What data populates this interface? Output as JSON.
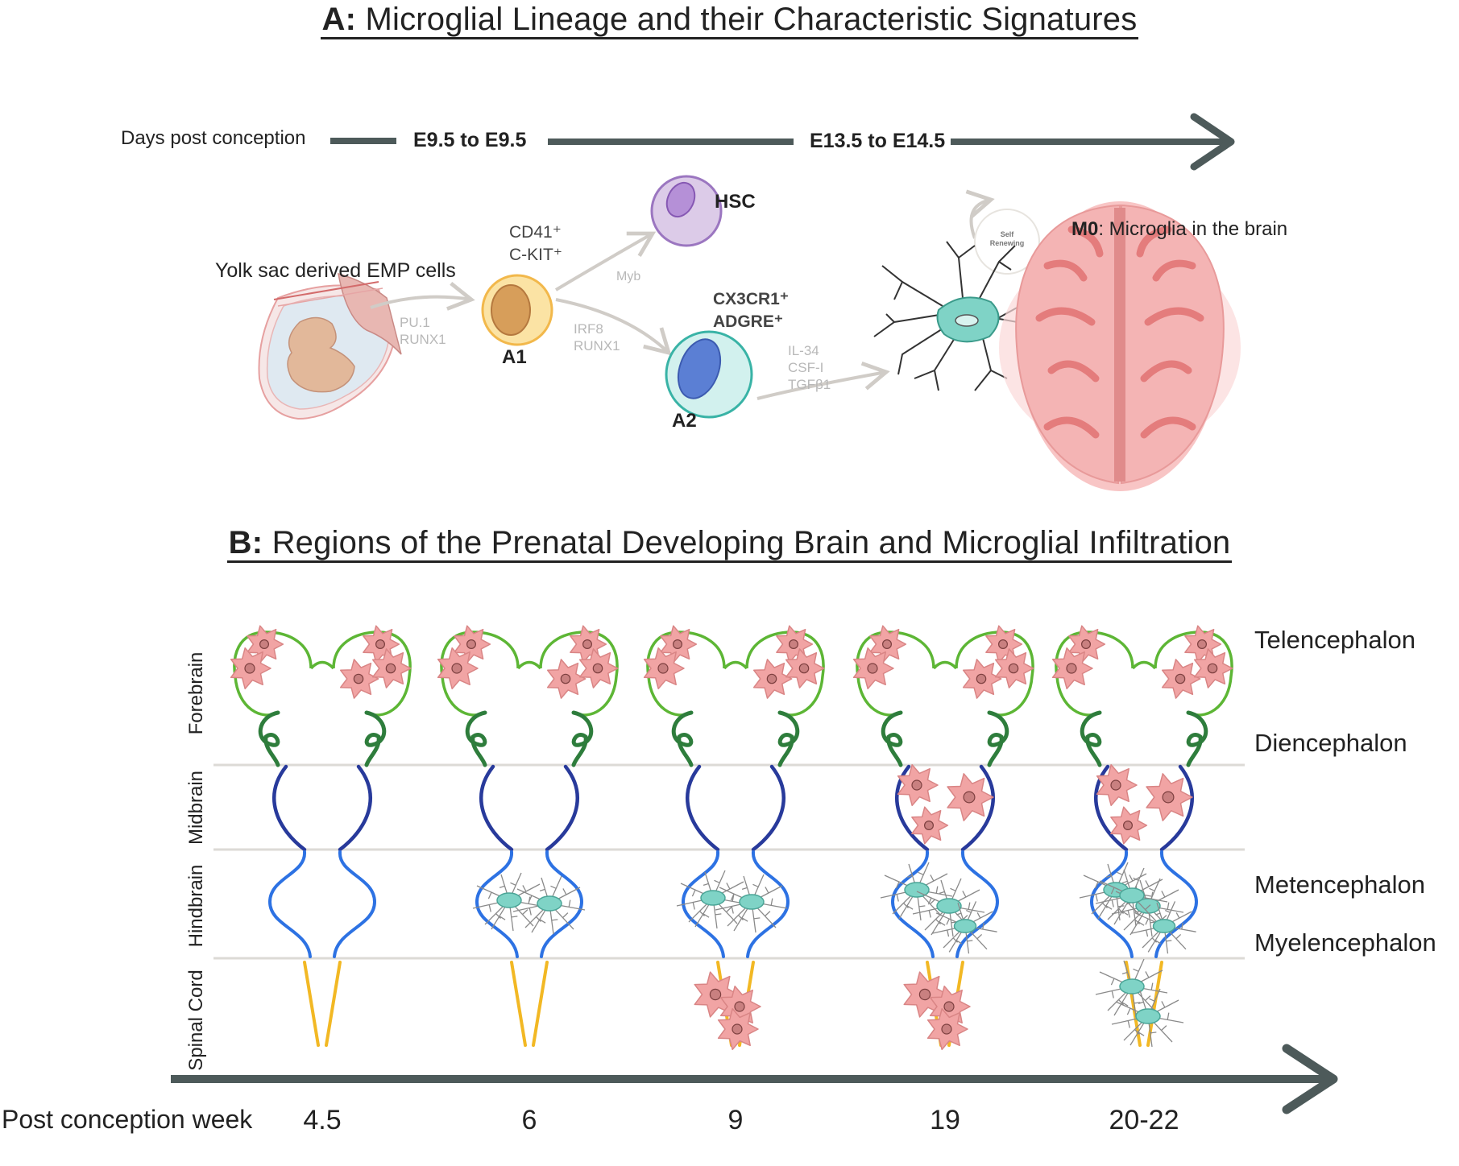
{
  "panel_a": {
    "title_prefix": "A:",
    "title_text": "Microglial Lineage and their Characteristic Signatures",
    "timeline": {
      "label": "Days post conception",
      "stage1": "E9.5 to E9.5",
      "stage2": "E13.5 to E14.5"
    },
    "yolk_sac_label": "Yolk sac derived EMP cells",
    "arrow_yolk_to_a1": [
      "PU.1",
      "RUNX1"
    ],
    "a1": {
      "markers": [
        "CD41⁺",
        "C-KIT⁺"
      ],
      "label": "A1"
    },
    "hsc_label": "HSC",
    "arrow_a1_to_hsc": "Myb",
    "arrow_a1_to_a2": [
      "IRF8",
      "RUNX1"
    ],
    "a2": {
      "markers": [
        "CX3CR1⁺",
        "ADGRE⁺"
      ],
      "label": "A2"
    },
    "arrow_a2_to_m0": [
      "IL-34",
      "CSF-I",
      "TGFβ1"
    ],
    "self_renewing": [
      "Self",
      "Renewing"
    ],
    "m0_prefix": "M0",
    "m0_text": ": Microglia in the brain",
    "colors": {
      "a1_fill": "#fbe3a4",
      "a1_stroke": "#f2b84b",
      "a2_fill": "#d2f1ee",
      "a2_stroke": "#39b3a6",
      "hsc_fill": "#dccbe8",
      "hsc_stroke": "#9b76c0",
      "brain": "#f5b9b9",
      "timeline": "#4d5a5a"
    }
  },
  "panel_b": {
    "title_prefix": "B:",
    "title_text": "Regions of the Prenatal Developing Brain and Microglial Infiltration",
    "vertical_labels": [
      "Forebrain",
      "Midbrain",
      "Hindbrain",
      "Spinal Cord"
    ],
    "right_labels": [
      "Telencephalon",
      "Diencephalon",
      "Metencephalon",
      "Myelencephalon"
    ],
    "axis_label": "Post conception week",
    "weeks": [
      "4.5",
      "6",
      "9",
      "19",
      "20-22"
    ],
    "colors": {
      "telencephalon": "#5db635",
      "diencephalon": "#2e7d3c",
      "midbrain": "#283a9b",
      "hindbrain": "#2d72e3",
      "spinal_cord": "#f2b824",
      "amoeboid_microglia": "#f1a4a4",
      "ramified_microglia": "#7fd3c6",
      "axis": "#4d5a5a"
    }
  }
}
